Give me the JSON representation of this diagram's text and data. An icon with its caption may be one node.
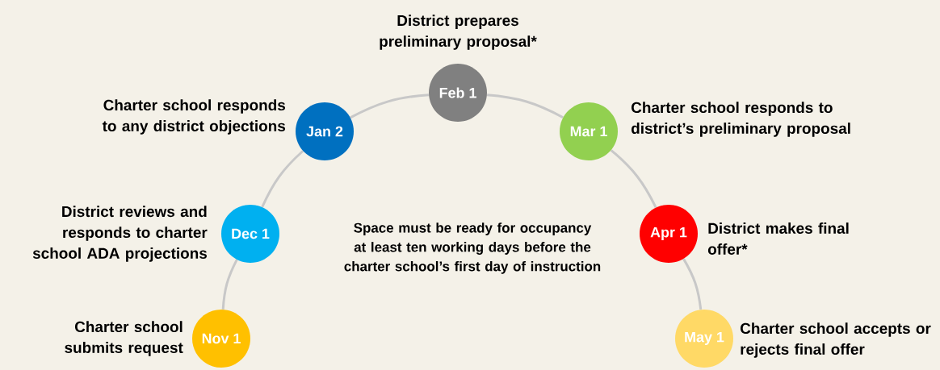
{
  "diagram": {
    "nodes": [
      {
        "text": [
          "Nov 1"
        ],
        "beside": [
          "Charter school submits request"
        ]
      },
      {
        "text": [
          "Dec 1"
        ],
        "beside": [
          "District reviews and responds to charter school ADA projections"
        ]
      },
      {
        "text": [
          "Jan 2"
        ],
        "beside": [
          "Charter school responds to any district objections"
        ]
      },
      {
        "text": [
          "Feb 1"
        ],
        "beside": [
          "District prepares preliminary proposal*"
        ]
      },
      {
        "text": [
          "Mar 1"
        ],
        "beside": [
          "Charter school responds to district’s preliminary proposal"
        ]
      },
      {
        "text": [
          "Apr 1"
        ],
        "beside": [
          "District makes final offer*"
        ]
      },
      {
        "text": [
          "May 1"
        ],
        "beside": [
          "Charter school accepts or rejects final offer"
        ]
      }
    ],
    "edges": [
      {
        "from": 0,
        "to": 1,
        "arrow": "none"
      },
      {
        "from": 1,
        "to": 2,
        "arrow": "none"
      },
      {
        "from": 2,
        "to": 3,
        "arrow": "none"
      },
      {
        "from": 3,
        "to": 4,
        "arrow": "none"
      },
      {
        "from": 4,
        "to": 5,
        "arrow": "none"
      },
      {
        "from": 5,
        "to": 6,
        "arrow": "none"
      }
    ],
    "labels": [
      "Space must be ready for occupancy at least ten working days before the charter school’s first day of instruction"
    ]
  }
}
